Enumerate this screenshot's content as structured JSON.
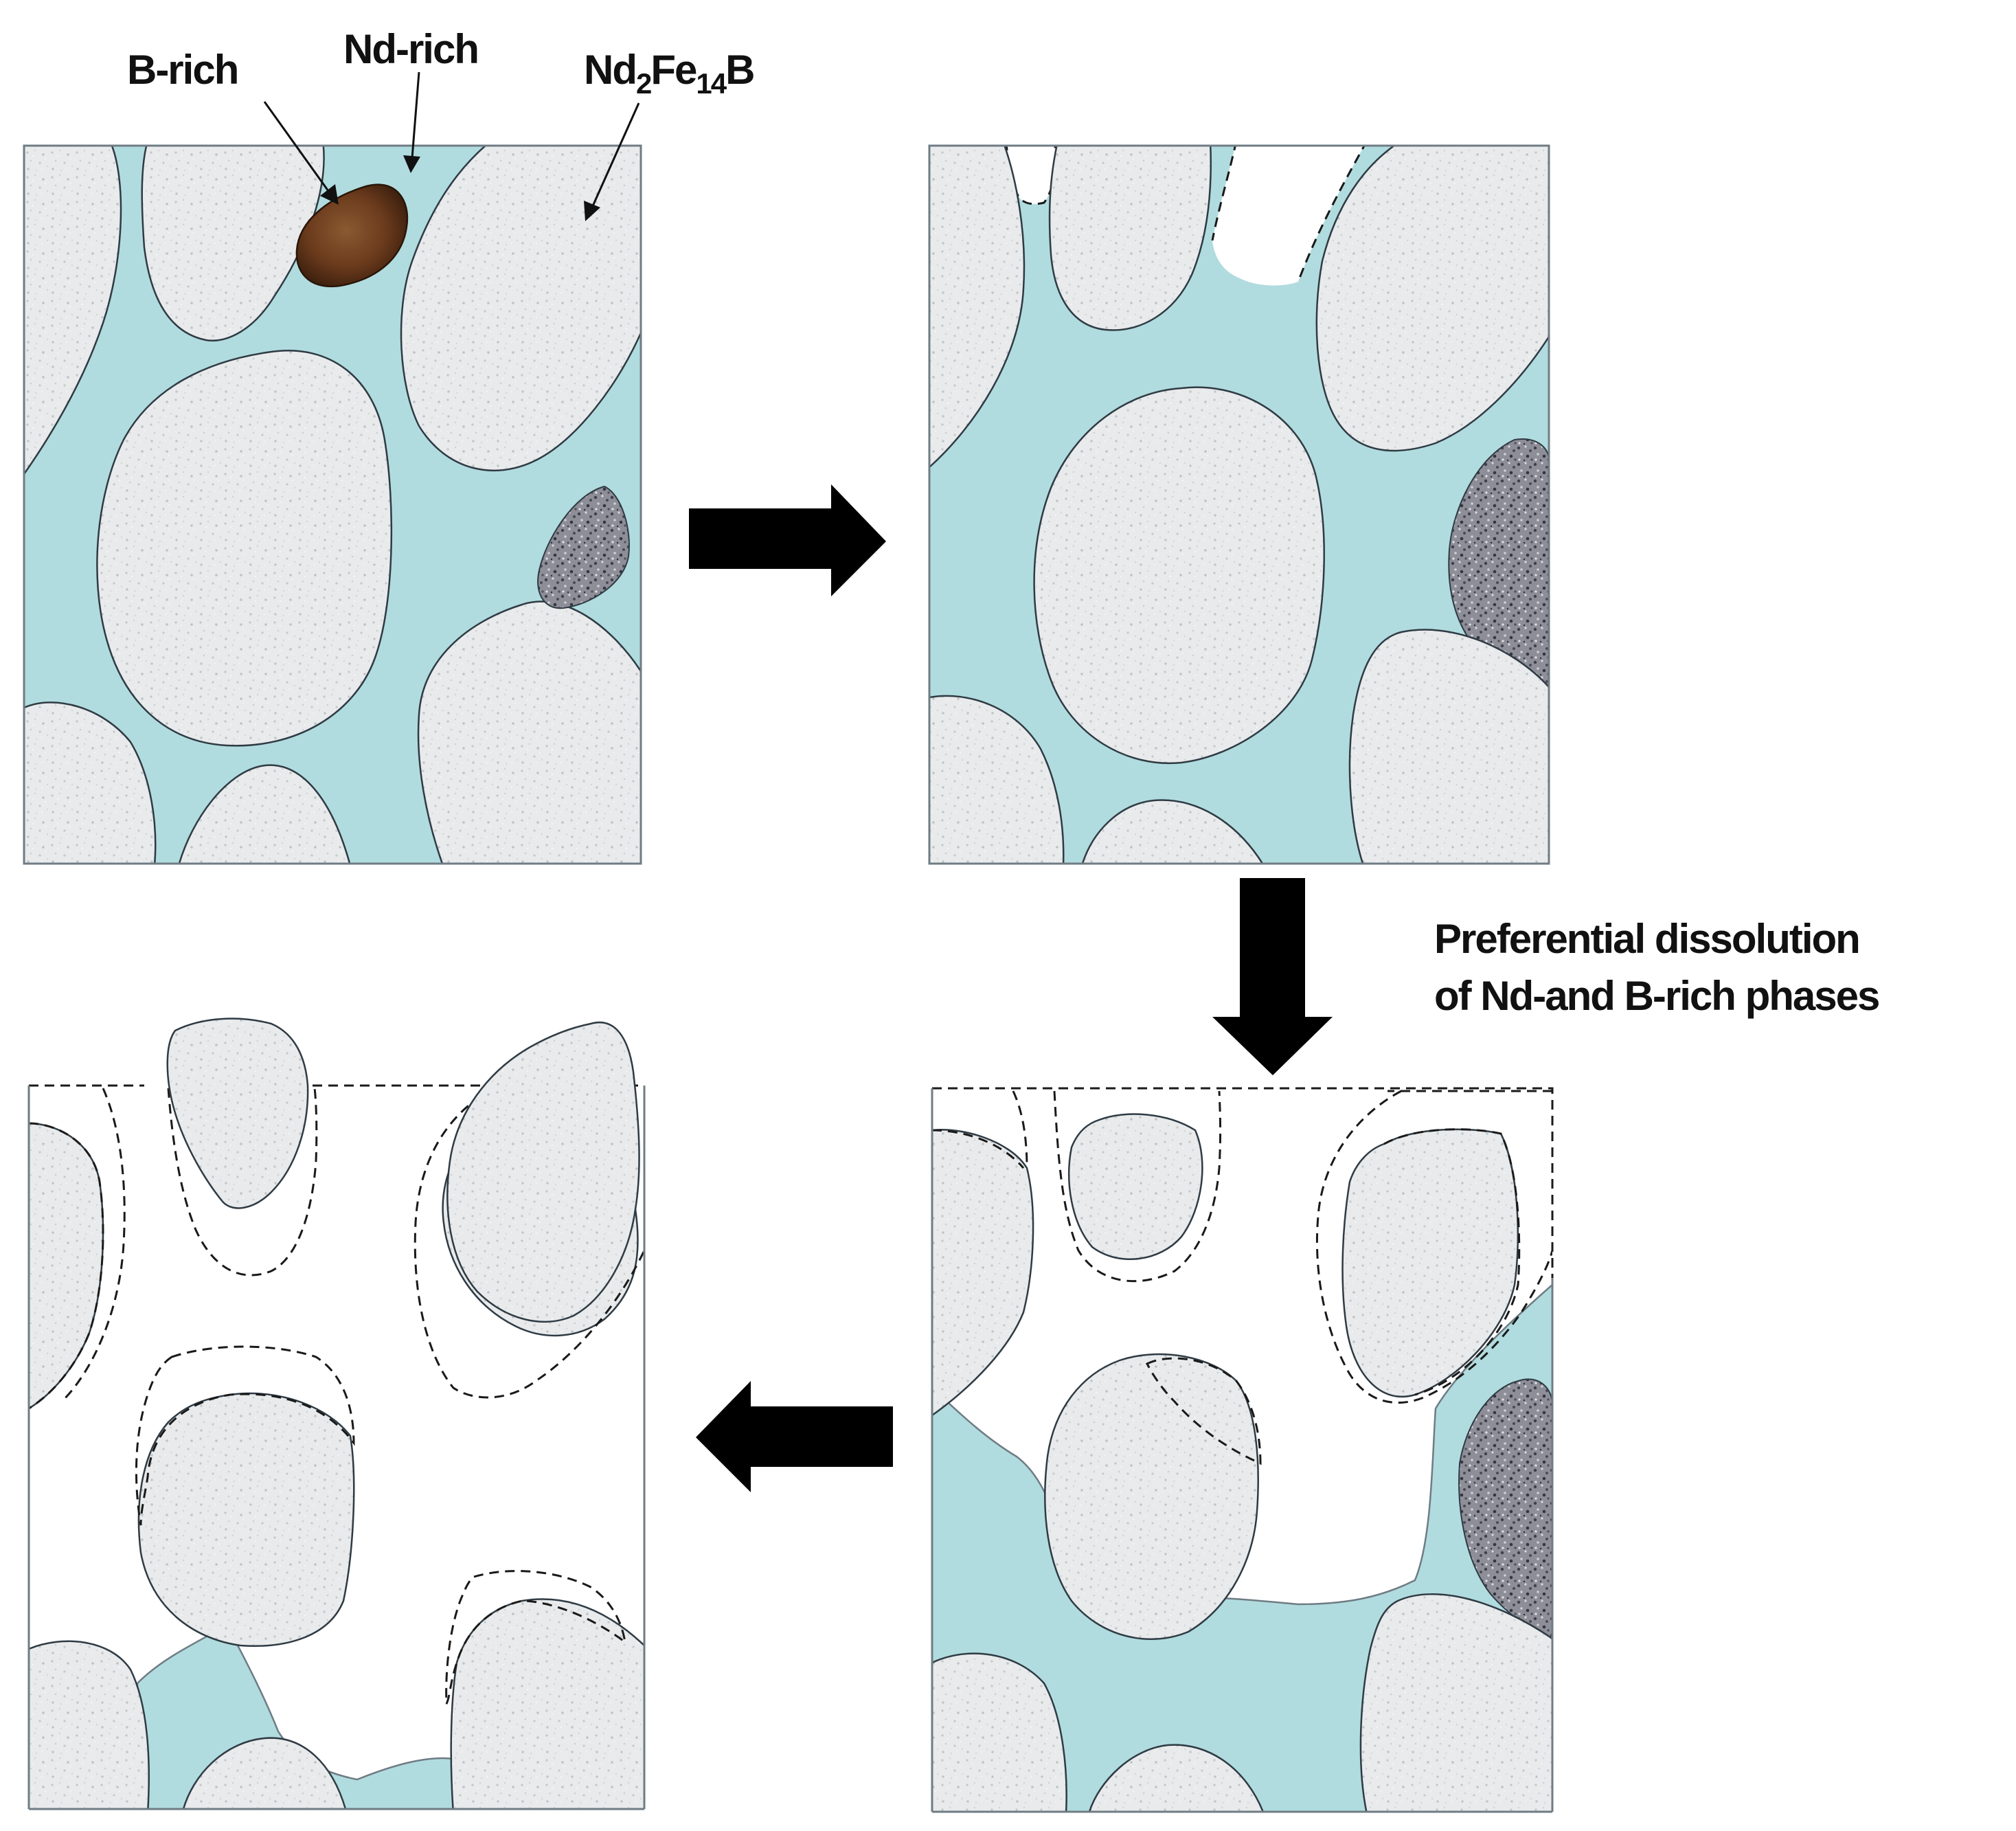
{
  "labels": {
    "b_rich": "B-rich",
    "nd_rich": "Nd-rich",
    "phase_main": "Nd",
    "phase_sub1": "2",
    "phase_mid": "Fe",
    "phase_sub2": "14",
    "phase_end": "B",
    "caption_line1": "Preferential dissolution",
    "caption_line2": "of Nd-and B-rich phases"
  },
  "colors": {
    "nd_rich_phase": "#b1dcdf",
    "matrix_grain": "#e7e9ea",
    "b_rich_particle": "#6a3a1c",
    "dark_grain": "#6b6b75",
    "arrow": "#000000",
    "dissolved_region": "#ffffff"
  },
  "icons": {
    "step_arrows": "thick-block-arrow"
  }
}
